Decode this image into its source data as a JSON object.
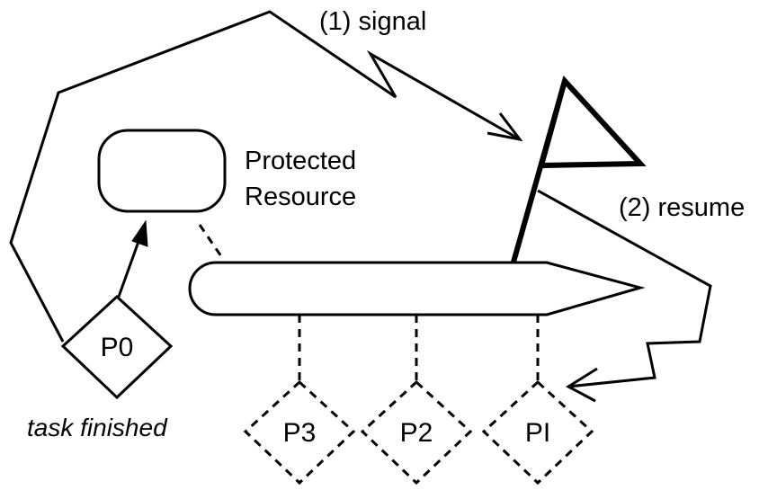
{
  "labels": {
    "signal": "(1) signal",
    "resume": "(2) resume",
    "resource_line1": "Protected",
    "resource_line2": "Resource",
    "task_finished": "task finished"
  },
  "processes": {
    "p0": "P0",
    "p1": "PI",
    "p2": "P2",
    "p3": "P3"
  }
}
